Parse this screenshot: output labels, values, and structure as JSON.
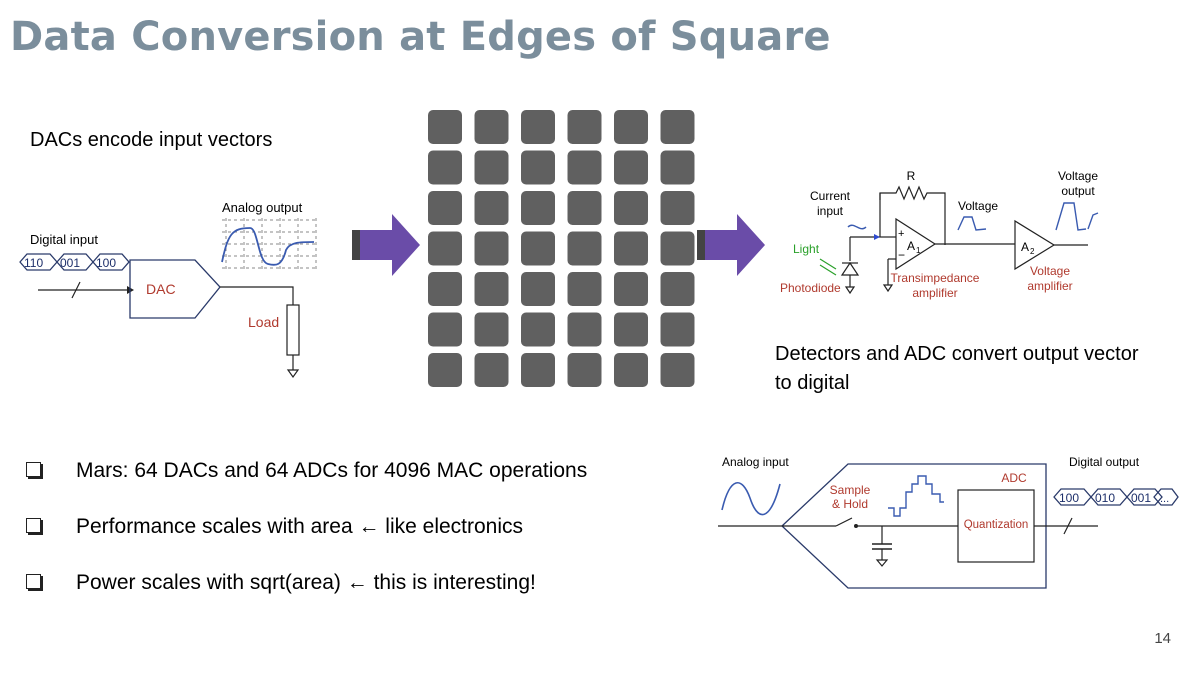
{
  "slide": {
    "title": "Data Conversion at Edges of Square",
    "page_number": "14"
  },
  "captions": {
    "dac": "DACs encode input vectors",
    "detector": "Detectors and ADC convert output vector to digital"
  },
  "bullets": [
    "Mars: 64 DACs and 64 ADCs for 4096 MAC operations",
    "Performance scales with area ← like electronics",
    "Power scales with sqrt(area) ← this is interesting!"
  ],
  "dac_diagram": {
    "digital_input_label": "Digital input",
    "codes": [
      "110",
      "001",
      "100"
    ],
    "dac_label": "DAC",
    "analog_output_label": "Analog output",
    "load_label": "Load"
  },
  "grid": {
    "rows": 7,
    "cols": 6,
    "cell_color": "#606060"
  },
  "arrow_color": "#6a4ca8",
  "tia_diagram": {
    "r_label": "R",
    "current_label": "Current",
    "input_label": "input",
    "voltage_label": "Voltage",
    "voltage_output_label_1": "Voltage",
    "voltage_output_label_2": "output",
    "a1_label": "A",
    "a1_sub": "1",
    "a2_label": "A",
    "a2_sub": "2",
    "light_label": "Light",
    "photodiode_label": "Photodiode",
    "tia_label_1": "Transimpedance",
    "tia_label_2": "amplifier",
    "va_label_1": "Voltage",
    "va_label_2": "amplifier"
  },
  "adc_diagram": {
    "analog_input_label": "Analog input",
    "digital_output_label": "Digital output",
    "adc_label": "ADC",
    "sample_label_1": "Sample",
    "sample_label_2": "& Hold",
    "quantization_label": "Quantization",
    "codes": [
      "100",
      "010",
      "001",
      "..."
    ]
  }
}
